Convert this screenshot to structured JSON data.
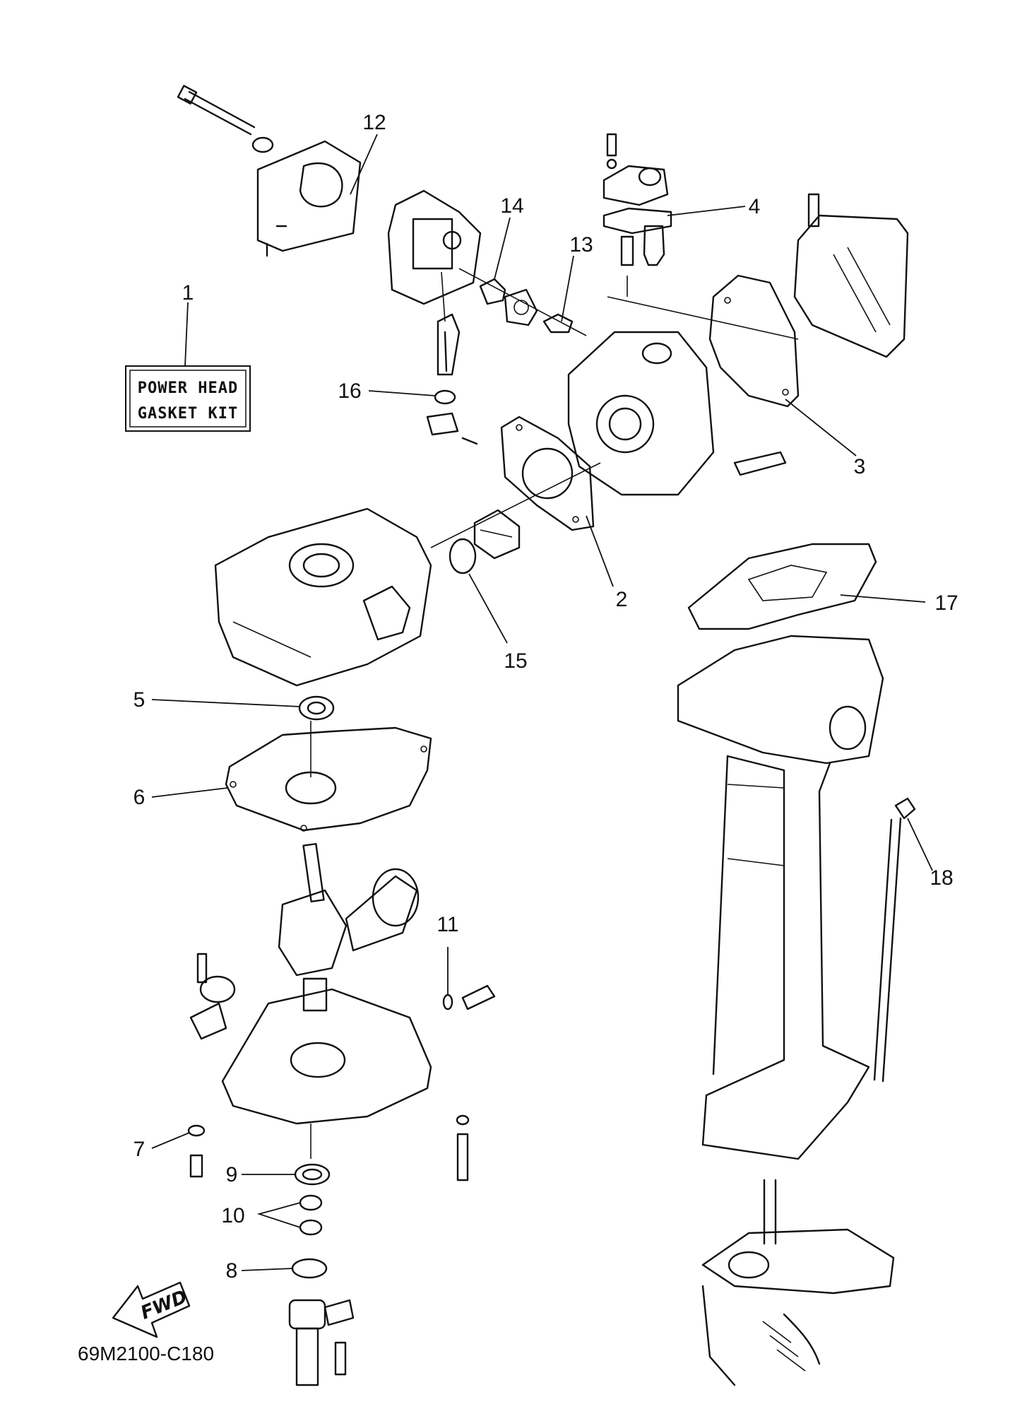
{
  "diagram_code": "69M2100-C180",
  "kit_label": {
    "line1": "POWER HEAD",
    "line2": "GASKET KIT"
  },
  "fwd_label": "FWD",
  "callouts": [
    "1",
    "2",
    "3",
    "4",
    "5",
    "6",
    "7",
    "8",
    "9",
    "10",
    "11",
    "12",
    "13",
    "14",
    "15",
    "16",
    "17",
    "18"
  ]
}
